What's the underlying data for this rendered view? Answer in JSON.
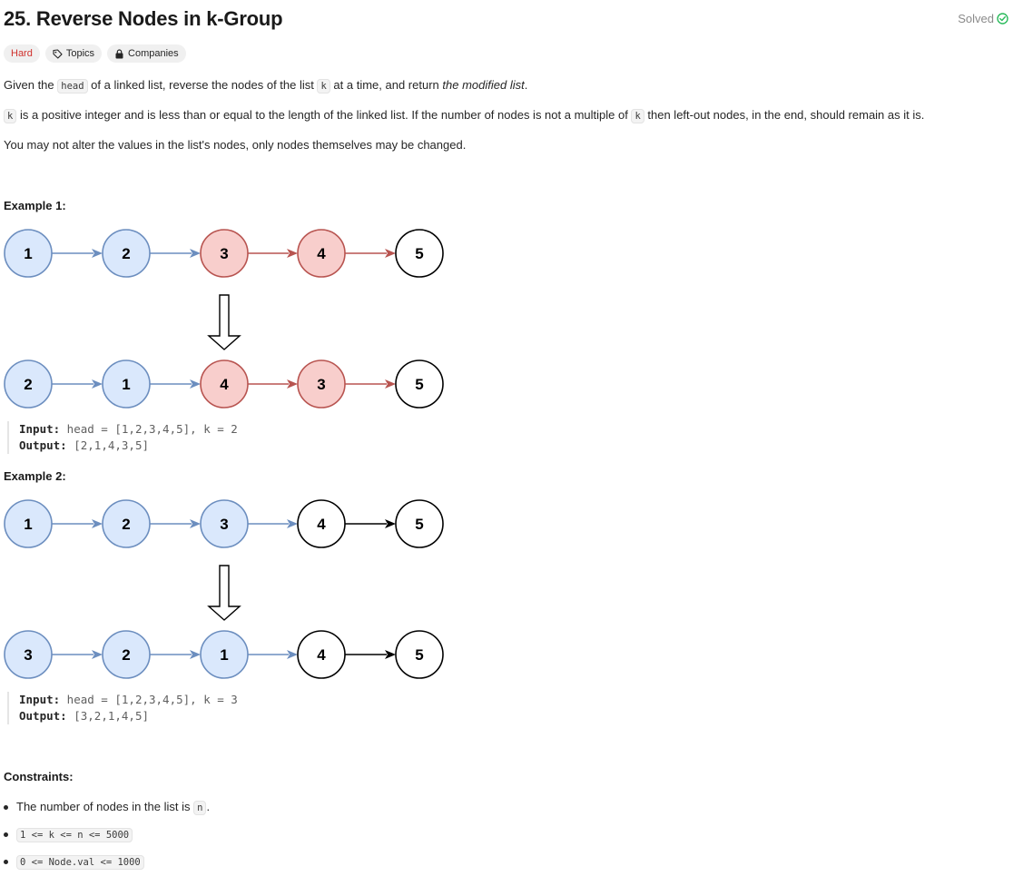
{
  "problem": {
    "title": "25. Reverse Nodes in k-Group",
    "status": "Solved",
    "tags": {
      "difficulty": "Hard",
      "topics": "Topics",
      "companies": "Companies"
    },
    "description": {
      "p1_a": "Given the ",
      "p1_code": "head",
      "p1_b": " of a linked list, reverse the nodes of the list ",
      "p1_code2": "k",
      "p1_c": " at a time, and return ",
      "p1_em": "the modified list",
      "p1_d": ".",
      "p2_code": "k",
      "p2_a": " is a positive integer and is less than or equal to the length of the linked list. If the number of nodes is not a multiple of ",
      "p2_code2": "k",
      "p2_b": " then left-out nodes, in the end, should remain as it is.",
      "p3": "You may not alter the values in the list's nodes, only nodes themselves may be changed."
    },
    "examples": [
      {
        "label": "Example 1:",
        "before": [
          "1",
          "2",
          "3",
          "4",
          "5"
        ],
        "after": [
          "2",
          "1",
          "4",
          "3",
          "5"
        ],
        "colors": [
          "blue",
          "blue",
          "red",
          "red",
          "white"
        ],
        "input_label": "Input:",
        "input_value": " head = [1,2,3,4,5], k = 2",
        "output_label": "Output:",
        "output_value": " [2,1,4,3,5]"
      },
      {
        "label": "Example 2:",
        "before": [
          "1",
          "2",
          "3",
          "4",
          "5"
        ],
        "after": [
          "3",
          "2",
          "1",
          "4",
          "5"
        ],
        "colors": [
          "blue",
          "blue",
          "blue",
          "white",
          "white"
        ],
        "input_label": "Input:",
        "input_value": " head = [1,2,3,4,5], k = 3",
        "output_label": "Output:",
        "output_value": " [3,2,1,4,5]"
      }
    ],
    "constraints": {
      "label": "Constraints:",
      "c1_text": "The number of nodes in the list is ",
      "c1_code": "n",
      "c1_end": ".",
      "c2_code": "1 <= k <= n <= 5000",
      "c3_code": "0 <= Node.val <= 1000"
    },
    "palette": {
      "blue_fill": "#dae8fc",
      "blue_stroke": "#6c8ebf",
      "red_fill": "#f8cecc",
      "red_stroke": "#b85450",
      "white_fill": "#ffffff",
      "white_stroke": "#000000",
      "solved_green": "#2cbb5d",
      "hard_red": "#d0312d"
    }
  }
}
